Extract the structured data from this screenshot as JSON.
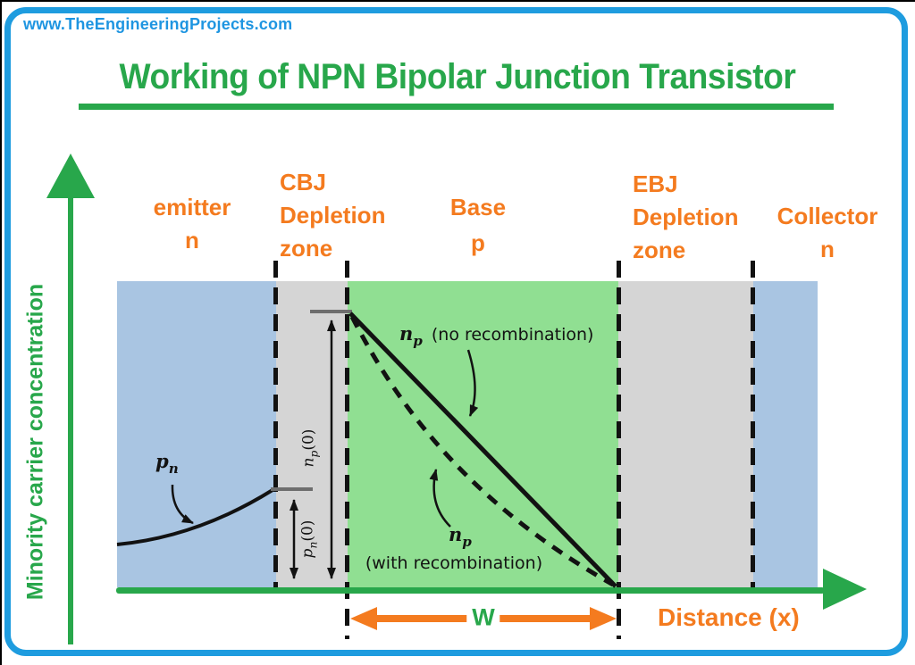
{
  "colors": {
    "green": "#28a74b",
    "orange": "#f47b1f",
    "blue_text": "#1e95e1",
    "border_blue": "#1e9cdf",
    "band_blue": "#a9c5e2",
    "band_gray": "#d5d5d5",
    "band_green": "#90df92",
    "ink": "#121212",
    "tick_gray": "#6e6e6e"
  },
  "watermark": "www.TheEngineeringProjects.com",
  "title": "Working of NPN Bipolar Junction Transistor",
  "y_axis": {
    "label": "Minority carrier concentration"
  },
  "x_axis": {
    "label": "Distance (x)"
  },
  "regions": {
    "emitter": {
      "lines": [
        "emitter",
        "n"
      ]
    },
    "cbj": {
      "lines": [
        "CBJ",
        "Depletion",
        "zone"
      ]
    },
    "base": {
      "lines": [
        "Base",
        "p"
      ]
    },
    "ebj": {
      "lines": [
        "EBJ",
        "Depletion",
        "zone"
      ]
    },
    "collector": {
      "lines": [
        "Collector",
        "n"
      ]
    }
  },
  "annotations": {
    "pn_curve": {
      "sym": "p",
      "sub": "n"
    },
    "np0": {
      "sym": "n",
      "sub": "p",
      "suffix": "(0)"
    },
    "pn0": {
      "sym": "p",
      "sub": "n",
      "suffix": "(0)"
    },
    "no_recomb": {
      "sym": "n",
      "sub": "p",
      "text": "(no recombination)"
    },
    "with_recomb": {
      "sym": "n",
      "sub": "p",
      "text": "(with recombination)"
    },
    "base_width": "W"
  }
}
